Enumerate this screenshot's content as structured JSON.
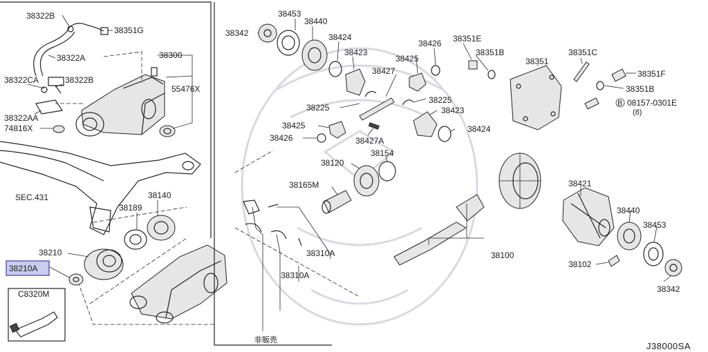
{
  "diagram": {
    "code": "J38000SA",
    "legend_note": "非販売",
    "highlighted_part": "38210A",
    "callouts": {
      "p38322B_top": "38322B",
      "p38351G": "38351G",
      "p38322A": "38322A",
      "p38300": "38300",
      "p38322CA": "38322CA",
      "p38322B_mid": "38322B",
      "p55476X": "55476X",
      "p38322AA": "38322AA",
      "p74816X": "74816X",
      "sec431": "SEC.431",
      "p38140": "38140",
      "p38189": "38189",
      "p38210": "38210",
      "p38210A": "38210A",
      "pC8320M": "C8320M",
      "p38453_top": "38453",
      "p38342_top": "38342",
      "p38440_top": "38440",
      "p38424_top": "38424",
      "p38423_top": "38423",
      "p38427": "38427",
      "p38225_a": "38225",
      "p38426_top": "38426",
      "p38425_top": "38425",
      "p38351E": "38351E",
      "p38351B_top": "38351B",
      "p38351": "38351",
      "p38351C": "38351C",
      "p38351F": "38351F",
      "p38351B_mid": "38351B",
      "p08157": "08157-0301E",
      "p08157_qty": "(8)",
      "p08157_circ": "B",
      "p38225_b": "38225",
      "p38423_mid": "38423",
      "p38425_mid": "38425",
      "p38424_mid": "38424",
      "p38426_mid": "38426",
      "p38427A": "38427A",
      "p38154": "38154",
      "p38120": "38120",
      "p38165M": "38165M",
      "p38421": "38421",
      "p38440_bot": "38440",
      "p38453_bot": "38453",
      "p38310A_a": "38310A",
      "p38310A_b": "38310A",
      "p38100": "38100",
      "p38102": "38102",
      "p38342_bot": "38342"
    }
  }
}
